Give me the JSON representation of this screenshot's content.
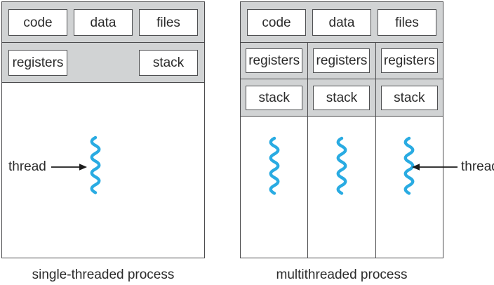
{
  "left_process": {
    "caption": "single-threaded process",
    "top_row": [
      "code",
      "data",
      "files"
    ],
    "registers_label": "registers",
    "stack_label": "stack",
    "thread_label": "thread"
  },
  "right_process": {
    "caption": "multithreaded process",
    "top_row": [
      "code",
      "data",
      "files"
    ],
    "columns": [
      {
        "registers_label": "registers",
        "stack_label": "stack"
      },
      {
        "registers_label": "registers",
        "stack_label": "stack"
      },
      {
        "registers_label": "registers",
        "stack_label": "stack"
      }
    ],
    "thread_label": "thread"
  },
  "colors": {
    "fill_gray": "#d1d3d4",
    "border_dark": "#4b4b4d",
    "thread_blue": "#29abe2",
    "arrow_black": "#1c1c1c",
    "text": "#2b2b2b"
  }
}
